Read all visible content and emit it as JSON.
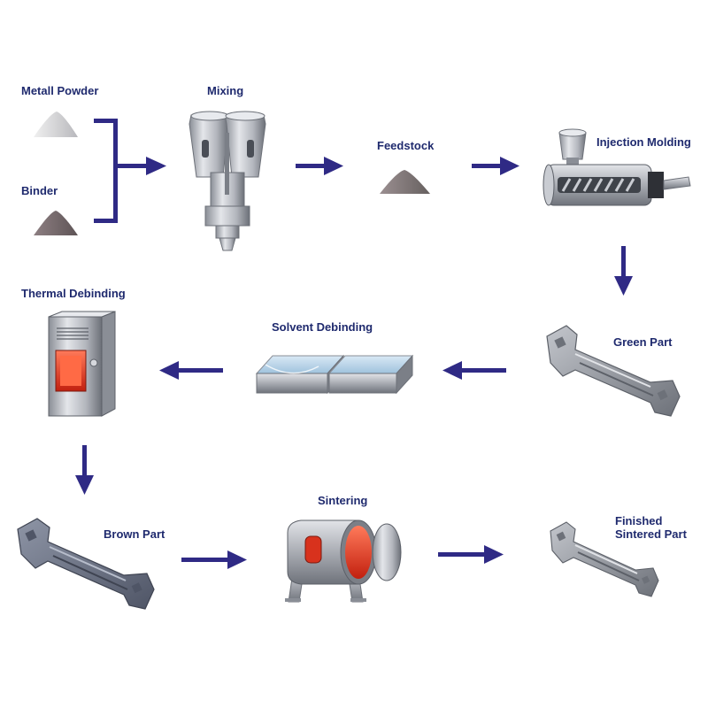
{
  "colors": {
    "arrow": "#2f2a85",
    "label": "#1f2a6e",
    "steel_light": "#d6d8dd",
    "steel_mid": "#9a9ea6",
    "steel_dark": "#5c6068",
    "heat": "#e8452c",
    "water": "#bcd6ea"
  },
  "labels": {
    "metal_powder": "Metall Powder",
    "binder": "Binder",
    "mixing": "Mixing",
    "feedstock": "Feedstock",
    "injection_molding": "Injection Molding",
    "green_part": "Green Part",
    "solvent_debinding": "Solvent Debinding",
    "thermal_debinding": "Thermal Debinding",
    "brown_part": "Brown Part",
    "sintering": "Sintering",
    "finished_line1": "Finished",
    "finished_line2": "Sintered Part"
  },
  "icons": {
    "metal_powder": "powder-pile-icon",
    "binder": "powder-pile-icon",
    "mixer": "mixer-machine-icon",
    "feedstock": "powder-pile-icon",
    "injection": "injection-molding-machine-icon",
    "green_part": "metal-part-icon",
    "solvent_bath": "solvent-bath-icon",
    "furnace": "thermal-furnace-icon",
    "brown_part": "metal-part-icon",
    "sintering_oven": "sintering-oven-icon",
    "finished_part": "metal-part-icon"
  }
}
